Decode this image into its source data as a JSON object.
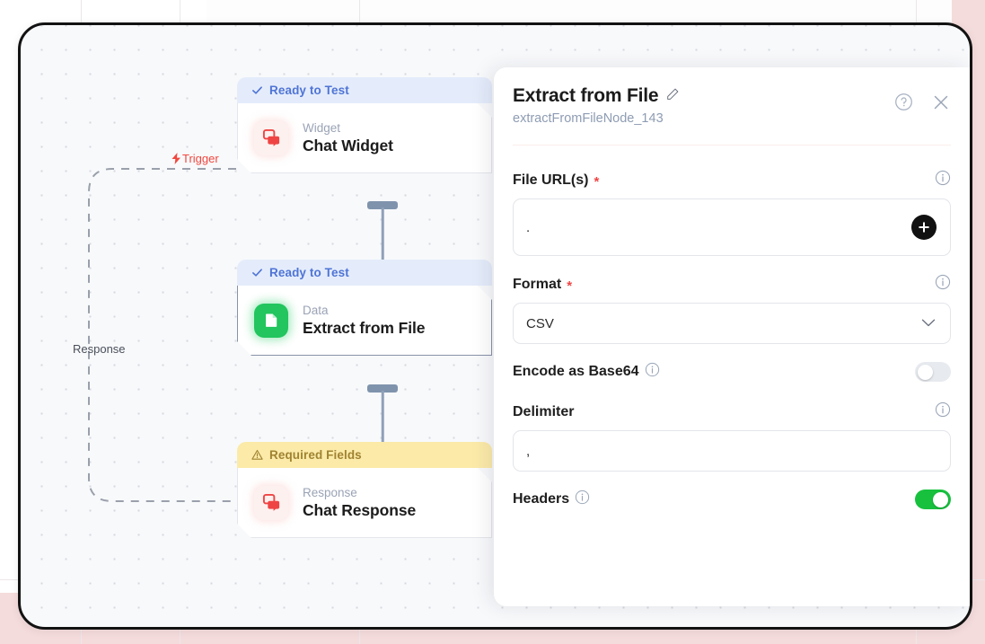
{
  "canvas": {
    "trigger_label": "Trigger",
    "response_label": "Response",
    "nodes": [
      {
        "status": "Ready to Test",
        "status_type": "ready",
        "kind": "Widget",
        "title": "Chat Widget",
        "icon": "chat-bubbles-icon"
      },
      {
        "status": "Ready to Test",
        "status_type": "ready",
        "kind": "Data",
        "title": "Extract from File",
        "icon": "document-icon"
      },
      {
        "status": "Required Fields",
        "status_type": "warning",
        "kind": "Response",
        "title": "Chat Response",
        "icon": "chat-bubbles-icon"
      }
    ]
  },
  "panel": {
    "title": "Extract from File",
    "edit_icon": "pencil-icon",
    "subtitle": "extractFromFileNode_143",
    "help_icon": "question-circle-icon",
    "close_icon": "close-icon",
    "fields": {
      "file_urls": {
        "label": "File URL(s)",
        "required_marker": "*",
        "value": ".",
        "add_icon": "plus-icon",
        "info_icon": "info-icon"
      },
      "format": {
        "label": "Format",
        "required_marker": "*",
        "value": "CSV",
        "chevron_icon": "chevron-down-icon",
        "info_icon": "info-icon"
      },
      "encode_base64": {
        "label": "Encode as Base64",
        "state": "off",
        "info_icon": "info-icon"
      },
      "delimiter": {
        "label": "Delimiter",
        "value": ",",
        "info_icon": "info-icon"
      },
      "headers": {
        "label": "Headers",
        "state": "on",
        "info_icon": "info-icon"
      }
    }
  },
  "colors": {
    "accent_red": "#f2473f",
    "ready_blue": "#4f74d6",
    "warning_yellow": "#fbeaa8",
    "toggle_green": "#17c13e",
    "node_green": "#22c55e"
  }
}
